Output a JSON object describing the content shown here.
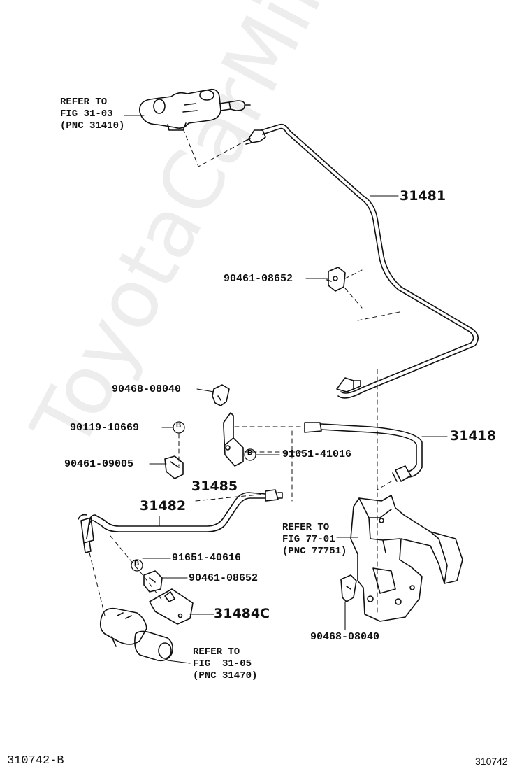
{
  "watermark": "ToyotaCarMine.ru",
  "refers": {
    "top": [
      "REFER TO",
      "FIG 31-03",
      "(PNC 31410)"
    ],
    "right": [
      "REFER TO",
      "FIG 77-01",
      "(PNC 77751)"
    ],
    "bottom": [
      "REFER TO",
      "FIG  31-05",
      "(PNC 31470)"
    ]
  },
  "parts": {
    "p31481": "31481",
    "p90461_08652_top": "90461-08652",
    "p90468_08040_left": "90468-08040",
    "p90119_10669": "90119-10669",
    "p91651_41016": "91651-41016",
    "p31418": "31418",
    "p90461_09005": "90461-09005",
    "p31485": "31485",
    "p31482": "31482",
    "p91651_40616": "91651-40616",
    "p90461_08652_bottom": "90461-08652",
    "p31484C": "31484C",
    "p90468_08040_bottom": "90468-08040"
  },
  "bolt_marker": "B",
  "footer": {
    "left": "310742-B",
    "right": "310742"
  }
}
